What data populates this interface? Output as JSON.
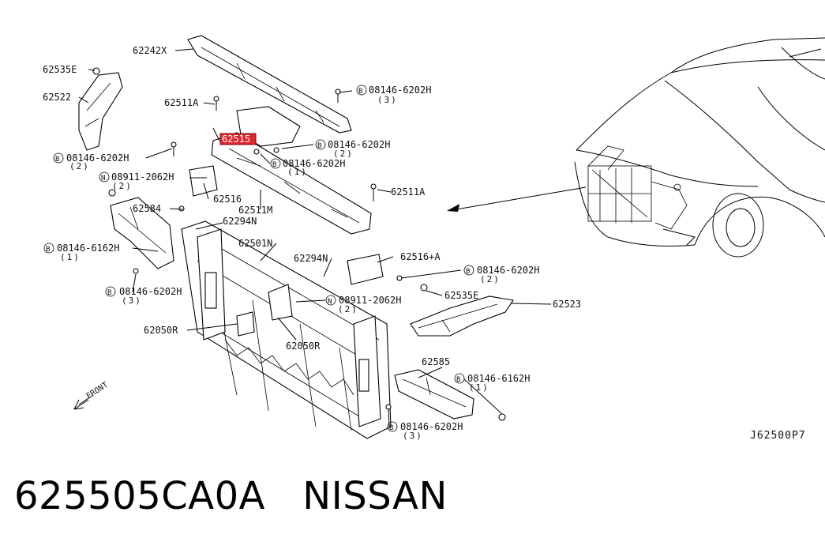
{
  "labels": {
    "l62242x": "62242X",
    "l62535e_a": "62535E",
    "l62522": "62522",
    "l62511a_a": "62511A",
    "l08146_6202h_a": "08146-6202H",
    "l08146_6202h_a_qty": "(3)",
    "l62515": "62515",
    "l08146_6202h_b": "08146-6202H",
    "l08146_6202h_b_qty": "(2)",
    "l08146_6202h_c": "08146-6202H",
    "l08146_6202h_c_qty": "(2)",
    "l08146_6202h_d": "08146-6202H",
    "l08146_6202h_d_qty": "(1)",
    "l08911_2062h_a": "08911-2062H",
    "l08911_2062h_a_qty": "(2)",
    "l62516": "62516",
    "l62511m": "62511M",
    "l62511a_b": "62511A",
    "l62584": "62584",
    "l62294n_a": "62294N",
    "l08146_6162h_a": "08146-6162H",
    "l08146_6162h_a_qty": "(1)",
    "l62501n": "62501N",
    "l62294n_b": "62294N",
    "l62516p_a": "62516+A",
    "l08146_6202h_e": "08146-6202H",
    "l08146_6202h_e_qty": "(2)",
    "l08146_6202h_f": "08146-6202H",
    "l08146_6202h_f_qty": "(3)",
    "l08911_2062h_b": "08911-2062H",
    "l08911_2062h_b_qty": "(2)",
    "l62535e_b": "62535E",
    "l62523": "62523",
    "l62050r_a": "62050R",
    "l62050r_b": "62050R",
    "l62585": "62585",
    "l08146_6162h_b": "08146-6162H",
    "l08146_6162h_b_qty": "(1)",
    "l08146_6202h_g": "08146-6202H",
    "l08146_6202h_g_qty": "(3)",
    "front": "FRONT",
    "bolt_b": "B",
    "nut_n": "N"
  },
  "diagram_code": "J62500P7",
  "caption": "625505CA0A   NISSAN",
  "colors": {
    "highlight": "#e0262f",
    "line": "#000000"
  }
}
